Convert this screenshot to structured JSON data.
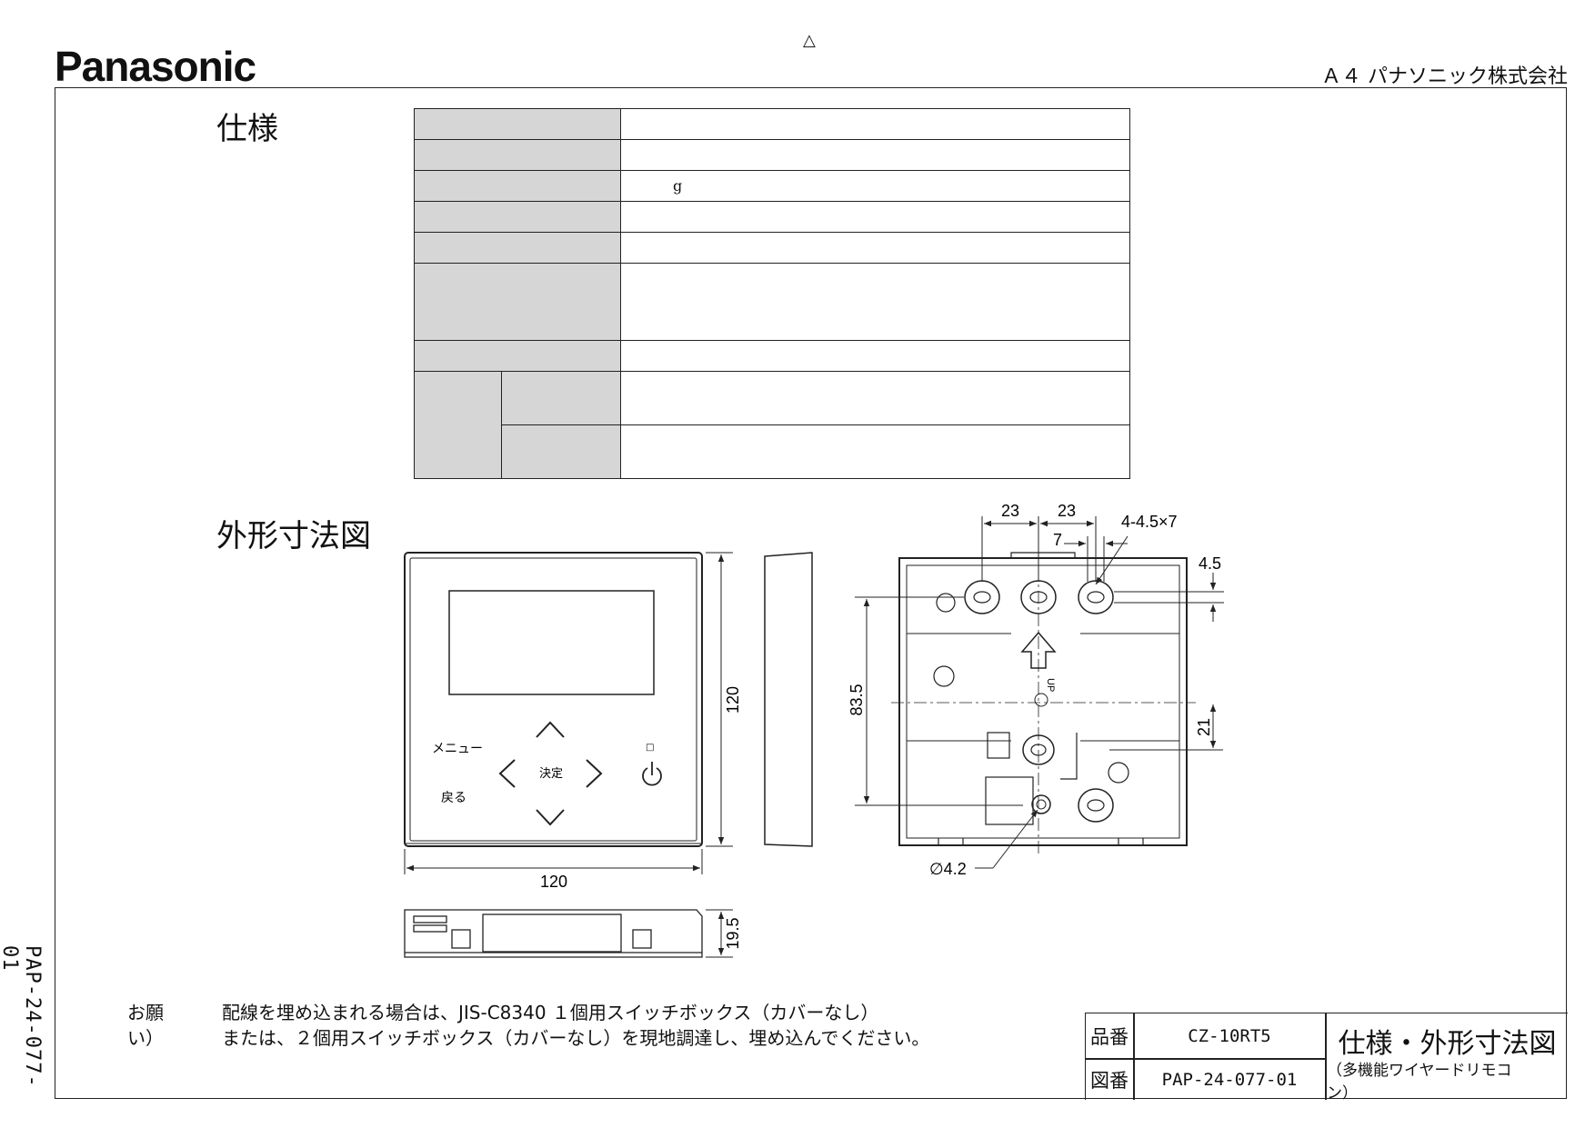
{
  "header": {
    "brand": "Panasonic",
    "revision_mark": "△",
    "sheet_size_company": "Ａ４ パナソニック株式会社"
  },
  "sections": {
    "spec_heading": "仕様",
    "dimension_heading": "外形寸法図"
  },
  "spec_table": {
    "weight_unit": "g"
  },
  "front_view": {
    "menu_label": "メニュー",
    "back_label": "戻る",
    "enter_label": "決定",
    "power_indicator": "□",
    "width_dim": "120",
    "height_dim": "120"
  },
  "bottom_view": {
    "depth_dim": "19.5"
  },
  "rear_view": {
    "pitch_left": "23",
    "pitch_right": "23",
    "hole_spec": "4-4.5×7",
    "slot_length": "7",
    "slot_width": "4.5",
    "vertical_pitch": "83.5",
    "offset_21": "21",
    "small_hole": "∅4.2",
    "up_mark": "UP"
  },
  "request": {
    "lead": "お願い）",
    "line1": "配線を埋め込まれる場合は、JIS-C8340 １個用スイッチボックス（カバーなし）",
    "line2": "または、２個用スイッチボックス（カバーなし）を現地調達し、埋め込んでください。"
  },
  "title_block": {
    "part_no_label": "品番",
    "part_no": "CZ-10RT5",
    "drawing_no_label": "図番",
    "drawing_no": "PAP-24-077-01",
    "title": "仕様・外形寸法図",
    "subtitle": "（多機能ワイヤードリモコン）"
  },
  "side_code": "PAP-24-077-01"
}
